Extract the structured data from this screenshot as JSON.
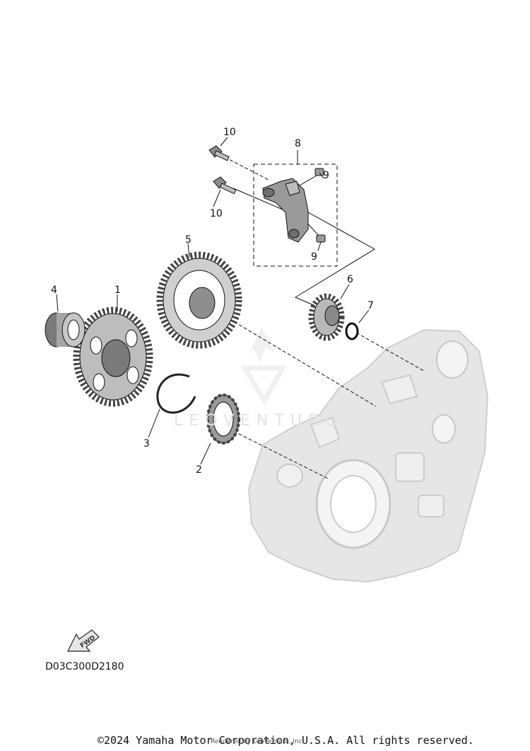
{
  "diagram": {
    "code": "D03C300D2180",
    "fwd_label": "FWD",
    "callouts": {
      "c1": "1",
      "c2": "2",
      "c3": "3",
      "c4": "4",
      "c5": "5",
      "c6": "6",
      "c7": "7",
      "c8": "8",
      "c9a": "9",
      "c9b": "9",
      "c10a": "10",
      "c10b": "10"
    }
  },
  "footer": {
    "copyright": "©2024 Yamaha Motor Corporation, U.S.A. All rights reserved.",
    "rendered_by": "Rendered by LeoVenturo, Inc."
  },
  "watermark": {
    "text": "LEOVENTURO"
  },
  "colors": {
    "line": "#111111",
    "part_fill": "#d8d8d8",
    "part_dark": "#7a7a7a",
    "crankcase": "#e4e4e4"
  }
}
